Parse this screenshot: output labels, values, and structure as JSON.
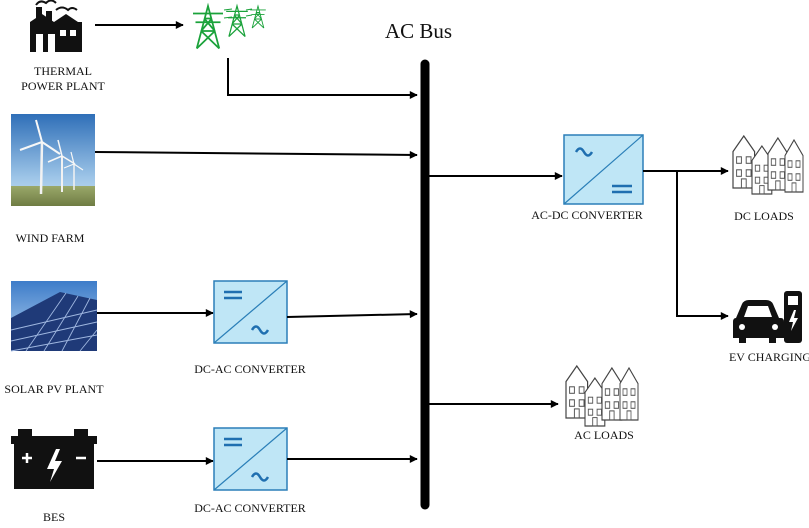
{
  "bus": {
    "title": "AC Bus"
  },
  "sources": {
    "thermal": {
      "label_line1": "THERMAL",
      "label_line2": "POWER PLANT"
    },
    "wind": {
      "label": "WIND FARM"
    },
    "solar": {
      "label": "SOLAR PV PLANT"
    },
    "bes": {
      "label": "BES"
    }
  },
  "converters": {
    "dc_ac_solar": {
      "label": "DC-AC CONVERTER"
    },
    "dc_ac_bes": {
      "label": "DC-AC CONVERTER"
    },
    "ac_dc": {
      "label": "AC-DC CONVERTER"
    }
  },
  "loads": {
    "dc": {
      "label": "DC LOADS"
    },
    "ac": {
      "label": "AC LOADS"
    },
    "ev": {
      "label": "EV CHARGING"
    }
  },
  "colors": {
    "converter_fill": "#bfe6f6",
    "converter_stroke": "#2b7fb8",
    "converter_symbol": "#1f6fb0",
    "tower": "#1aa23a",
    "line": "#000000"
  }
}
